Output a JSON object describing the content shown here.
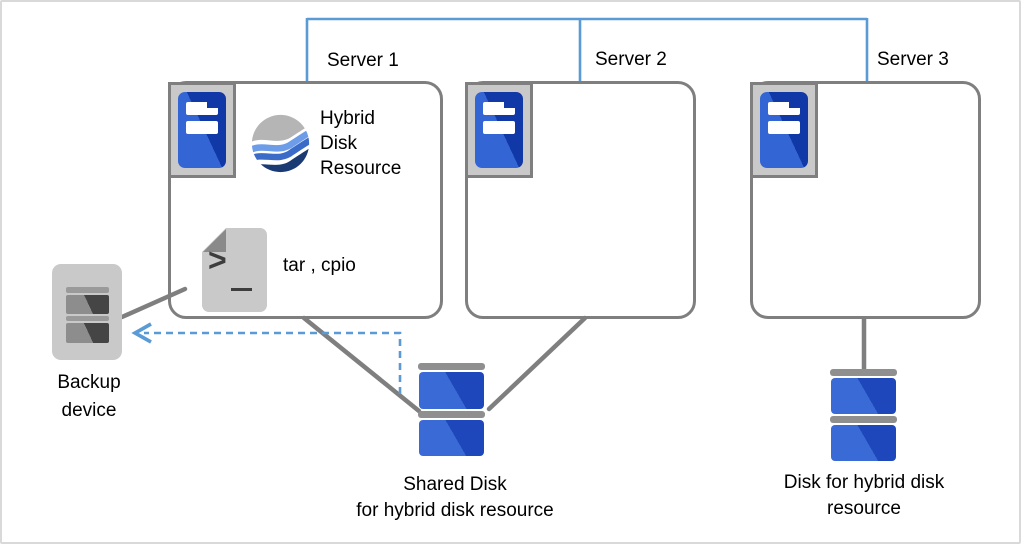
{
  "diagram": {
    "servers": [
      {
        "label": "Server 1"
      },
      {
        "label": "Server 2"
      },
      {
        "label": "Server 3"
      }
    ],
    "server1": {
      "hybrid_resource_label": {
        "line1": "Hybrid",
        "line2": "Disk",
        "line3": "Resource"
      },
      "script_tools_label": "tar , cpio",
      "script_icon_glyph": ">"
    },
    "backup_device": {
      "label": {
        "line1": "Backup",
        "line2": "device"
      }
    },
    "shared_disk": {
      "label": {
        "line1": "Shared Disk",
        "line2": "for hybrid disk resource"
      }
    },
    "hybrid_disk": {
      "label": {
        "line1": "Disk for hybrid disk",
        "line2": "resource"
      }
    }
  },
  "colors": {
    "network_line_blue": "#5B9BD5",
    "connection_line_gray": "#7F7F7F",
    "box_border_gray": "#7F7F7F",
    "icon_frame_fill": "#C9C9C9",
    "server_blue_light": "#3366D4",
    "server_blue_dark": "#1038A6",
    "disk_blue_light": "#3A6AD6",
    "disk_blue_dark": "#1E47BB",
    "backup_bay_dark": "#454545",
    "hybrid_icon_gray": "#B5B5B5",
    "hybrid_icon_light_blue": "#6D9CE8",
    "hybrid_icon_mid_blue": "#3A6BC8",
    "hybrid_icon_navy": "#1A3A74",
    "text": "#000000",
    "canvas_border": "#D9D9D9"
  }
}
